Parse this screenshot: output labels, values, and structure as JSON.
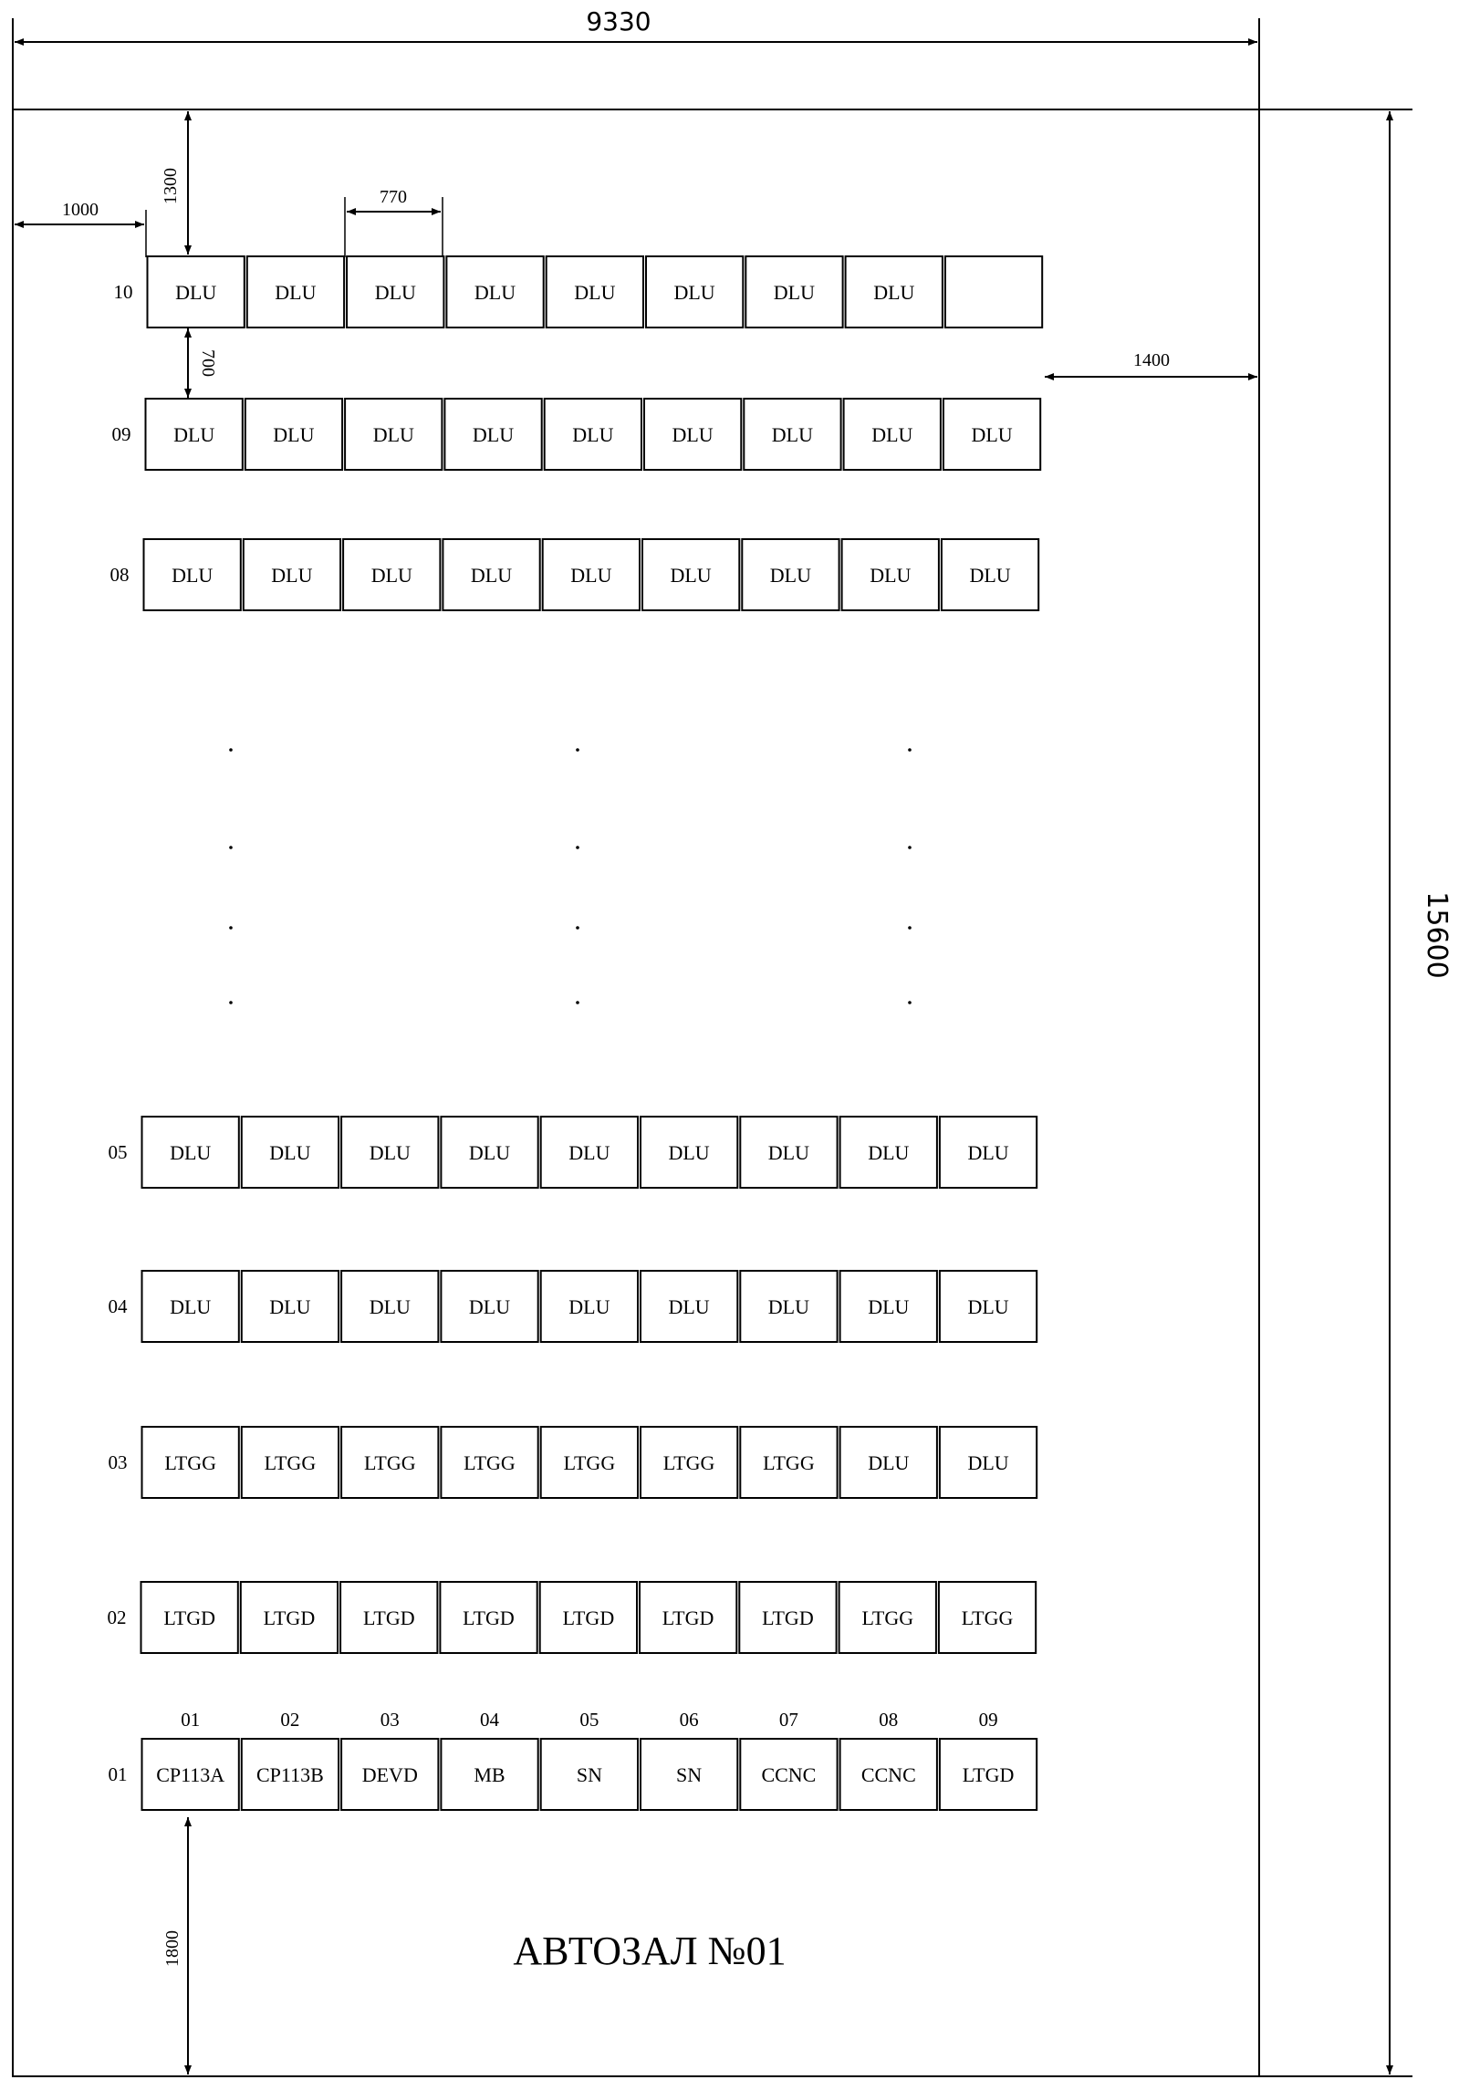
{
  "dimensions": {
    "total_width": "9330",
    "total_height": "15600",
    "left_margin": "1000",
    "top_margin": "1300",
    "cell_width": "770",
    "cell_height": "500",
    "row_gap": "700",
    "right_margin": "1400",
    "bottom_margin": "1800"
  },
  "column_labels": [
    "01",
    "02",
    "03",
    "04",
    "05",
    "06",
    "07",
    "08",
    "09"
  ],
  "rows": [
    {
      "label": "10",
      "cells": [
        "DLU",
        "DLU",
        "DLU",
        "DLU",
        "DLU",
        "DLU",
        "DLU",
        "DLU",
        ""
      ]
    },
    {
      "label": "09",
      "cells": [
        "DLU",
        "DLU",
        "DLU",
        "DLU",
        "DLU",
        "DLU",
        "DLU",
        "DLU",
        "DLU"
      ]
    },
    {
      "label": "08",
      "cells": [
        "DLU",
        "DLU",
        "DLU",
        "DLU",
        "DLU",
        "DLU",
        "DLU",
        "DLU",
        "DLU"
      ]
    },
    {
      "label": "05",
      "cells": [
        "DLU",
        "DLU",
        "DLU",
        "DLU",
        "DLU",
        "DLU",
        "DLU",
        "DLU",
        "DLU"
      ]
    },
    {
      "label": "04",
      "cells": [
        "DLU",
        "DLU",
        "DLU",
        "DLU",
        "DLU",
        "DLU",
        "DLU",
        "DLU",
        "DLU"
      ]
    },
    {
      "label": "03",
      "cells": [
        "LTGG",
        "LTGG",
        "LTGG",
        "LTGG",
        "LTGG",
        "LTGG",
        "LTGG",
        "DLU",
        "DLU"
      ]
    },
    {
      "label": "02",
      "cells": [
        "LTGD",
        "LTGD",
        "LTGD",
        "LTGD",
        "LTGD",
        "LTGD",
        "LTGD",
        "LTGG",
        "LTGG"
      ]
    },
    {
      "label": "01",
      "cells": [
        "CP113A",
        "CP113B",
        "DEVD",
        "MB",
        "SN",
        "SN",
        "CCNC",
        "CCNC",
        "LTGD"
      ]
    }
  ],
  "hall_title": "АВТОЗАЛ №01"
}
